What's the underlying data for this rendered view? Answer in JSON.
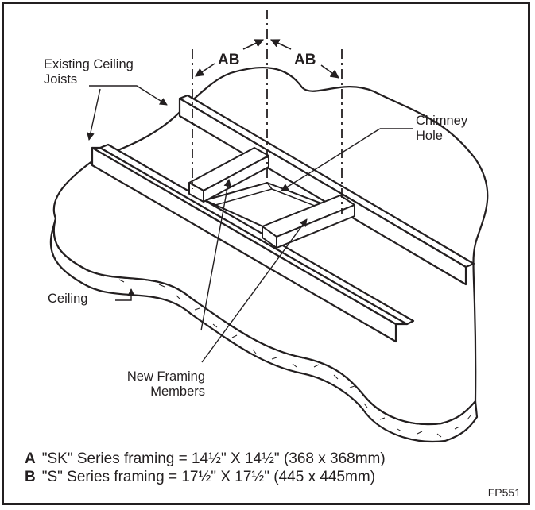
{
  "labels": {
    "dim_left": "AB",
    "dim_right": "AB",
    "existing_joists_line1": "Existing Ceiling",
    "existing_joists_line2": "Joists",
    "chimney_line1": "Chimney",
    "chimney_line2": "Hole",
    "ceiling": "Ceiling",
    "new_framing_line1": "New Framing",
    "new_framing_line2": "Members"
  },
  "notes": [
    {
      "key": "A",
      "text": "\"SK\" Series framing = 14½\" X 14½\" (368 x 368mm)"
    },
    {
      "key": "B",
      "text": "\"S\" Series framing = 17½\" X 17½\"  (445 x 445mm)"
    }
  ],
  "figure_code": "FP551",
  "colors": {
    "ink": "#231f20",
    "paper": "#ffffff"
  }
}
